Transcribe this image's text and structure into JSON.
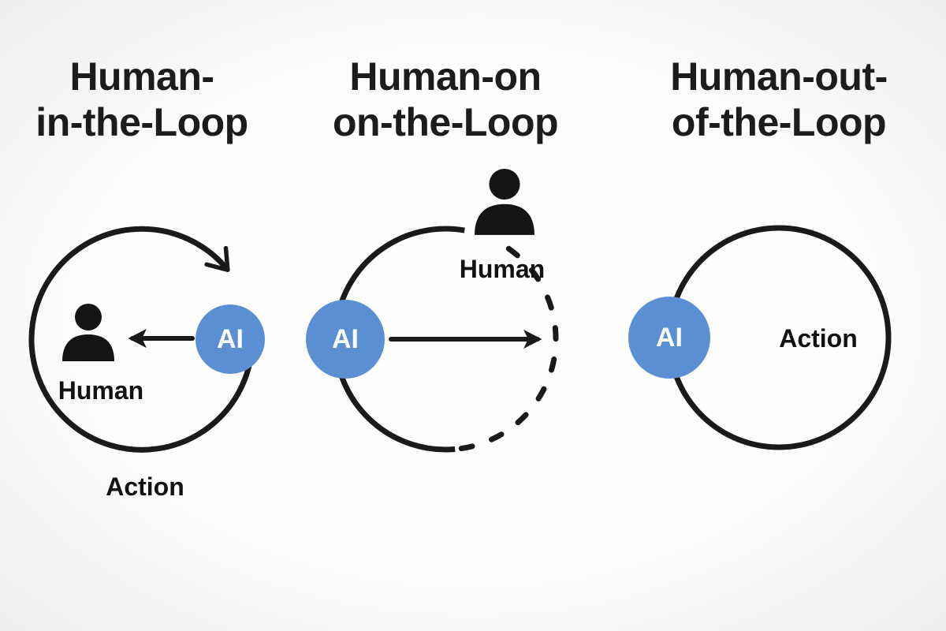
{
  "diagram": {
    "background": "#f7f6f5",
    "colors": {
      "ai_node": "#5b8fd4",
      "ai_text": "#ffffff",
      "line": "#1a1a1a",
      "text": "#1c1c1e"
    },
    "icons": {
      "human": "person-silhouette"
    },
    "panels": [
      {
        "title_line1": "Human-",
        "title_line2": "in-the-Loop",
        "ai_label": "AI",
        "human_label": "Human",
        "action_label": "Action"
      },
      {
        "title_line1": "Human-on",
        "title_line2": "on-the-Loop",
        "ai_label": "AI",
        "human_label": "Human"
      },
      {
        "title_line1": "Human-out-",
        "title_line2": "of-the-Loop",
        "ai_label": "AI",
        "action_label": "Action"
      }
    ]
  }
}
